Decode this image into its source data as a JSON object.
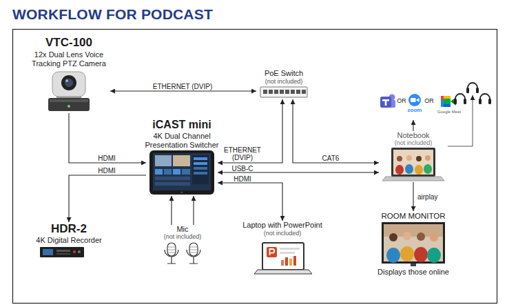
{
  "diagram": {
    "title": "WORKFLOW FOR PODCAST",
    "nodes": [
      {
        "text": [
          "VTC-100",
          "12x Dual Lens Voice Tracking PTZ Camera"
        ]
      },
      {
        "text": [
          "PoE Switch",
          "(not included)"
        ]
      },
      {
        "text": [
          "OR",
          "zoom",
          "OR",
          "Google Meet"
        ]
      },
      {
        "text": [
          "iCAST mini",
          "4K Dual Channel Presentation Switcher"
        ]
      },
      {
        "text": [
          "Notebook",
          "(not included)"
        ]
      },
      {
        "text": [
          "Mic",
          "(not included)"
        ]
      },
      {
        "text": [
          "Laptop with PowerPoint",
          "(not included)"
        ]
      },
      {
        "text": [
          "ROOM MONITOR",
          "Displays those online"
        ]
      },
      {
        "text": [
          "HDR-2",
          "4K Digital Recorder"
        ]
      }
    ],
    "edges": [
      {
        "from": 0,
        "to": 1,
        "label": "ETHERNET (DVIP)",
        "arrow": "both"
      },
      {
        "from": 0,
        "to": 3,
        "label": "HDMI",
        "arrow": "to"
      },
      {
        "from": 3,
        "to": 8,
        "label": "HDMI",
        "arrow": "to"
      },
      {
        "from": 3,
        "to": 1,
        "label": "ETHERNET (DVIP)",
        "arrow": "both"
      },
      {
        "from": 3,
        "to": 4,
        "label": "USB-C",
        "arrow": "both"
      },
      {
        "from": 1,
        "to": 4,
        "label": "CAT6",
        "arrow": "both"
      },
      {
        "from": 3,
        "to": 6,
        "label": "HDMI",
        "arrow": "both"
      },
      {
        "from": 5,
        "to": 3,
        "arrow": "to"
      },
      {
        "from": 4,
        "to": 2,
        "arrow": "to"
      },
      {
        "from": 4,
        "to": 7,
        "label": "airplay",
        "arrow": "to"
      }
    ]
  }
}
